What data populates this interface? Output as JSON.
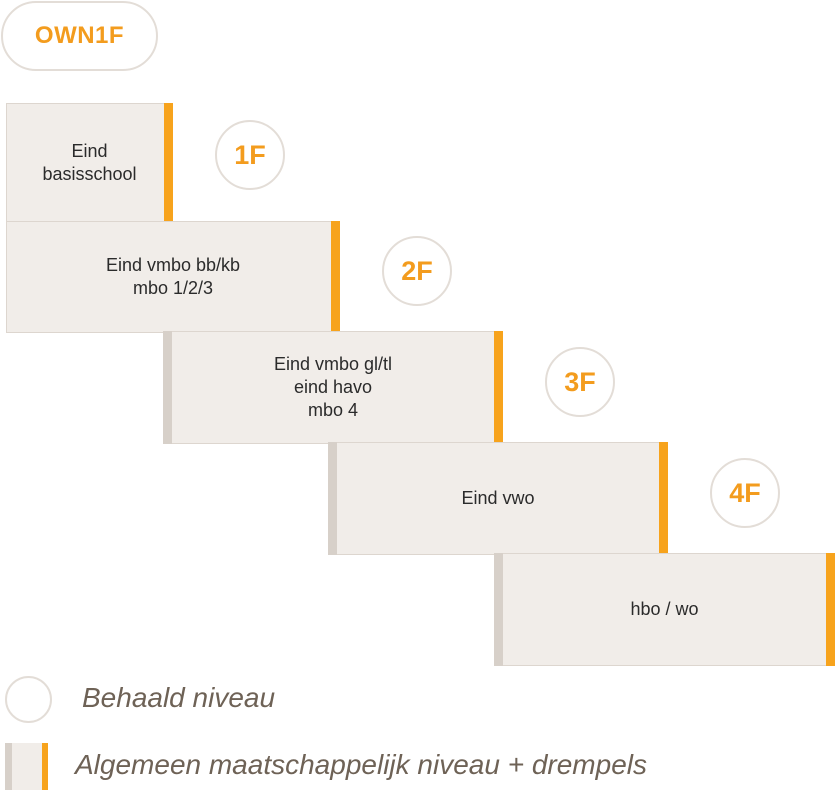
{
  "badge": {
    "label": "OWN1F"
  },
  "colors": {
    "accent": "#f7a31c",
    "step_fill": "#f1ede9",
    "threshold_bar": "#d7d0c9",
    "legend_text": "#6e6256"
  },
  "steps": [
    {
      "text": "Eind\nbasisschool",
      "level": "1F"
    },
    {
      "text": "Eind vmbo bb/kb\nmbo 1/2/3",
      "level": "2F"
    },
    {
      "text": "Eind vmbo gl/tl\neind havo\nmbo 4",
      "level": "3F"
    },
    {
      "text": "Eind vwo",
      "level": "4F"
    },
    {
      "text": "hbo / wo"
    }
  ],
  "legend": {
    "achieved": "Behaald niveau",
    "general": "Algemeen maatschappelijk niveau + drempels"
  }
}
